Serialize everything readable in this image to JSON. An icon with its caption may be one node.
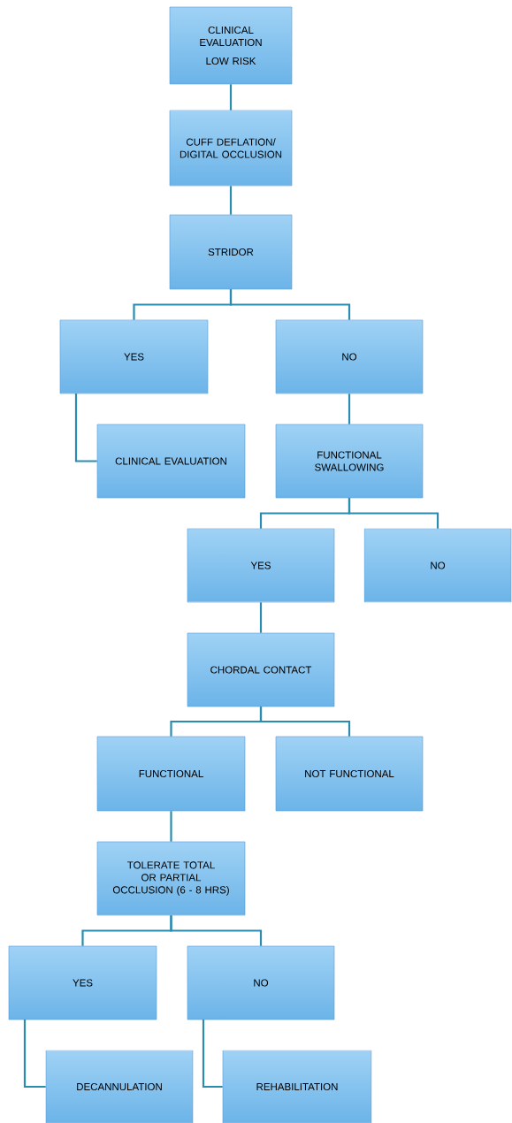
{
  "diagram": {
    "nodes": [
      {
        "text": [
          "CLINICAL EVALUATION",
          "LOW RISK"
        ]
      },
      {
        "text": [
          "CUFF DEFLATION/ DIGITAL OCCLUSION"
        ]
      },
      {
        "text": [
          "STRIDOR"
        ]
      },
      {
        "text": [
          "YES"
        ]
      },
      {
        "text": [
          "NO"
        ]
      },
      {
        "text": [
          "CLINICAL EVALUATION"
        ]
      },
      {
        "text": [
          "FUNCTIONAL SWALLOWING"
        ]
      },
      {
        "text": [
          "YES"
        ]
      },
      {
        "text": [
          "NO"
        ]
      },
      {
        "text": [
          "CHORDAL CONTACT"
        ]
      },
      {
        "text": [
          "FUNCTIONAL"
        ]
      },
      {
        "text": [
          "NOT FUNCTIONAL"
        ]
      },
      {
        "text": [
          "TOLERATE TOTAL OR PARTIAL OCCLUSION (6 - 8 HRS)"
        ]
      },
      {
        "text": [
          "YES"
        ]
      },
      {
        "text": [
          "NO"
        ]
      },
      {
        "text": [
          "DECANNULATION"
        ]
      },
      {
        "text": [
          "REHABILITATION"
        ]
      }
    ],
    "edges": [
      {
        "from": 0,
        "to": 1,
        "arrow": "none"
      },
      {
        "from": 1,
        "to": 2,
        "arrow": "none"
      },
      {
        "from": 2,
        "to": 3,
        "arrow": "none"
      },
      {
        "from": 2,
        "to": 4,
        "arrow": "none"
      },
      {
        "from": 3,
        "to": 5,
        "arrow": "none"
      },
      {
        "from": 4,
        "to": 6,
        "arrow": "none"
      },
      {
        "from": 6,
        "to": 7,
        "arrow": "none"
      },
      {
        "from": 6,
        "to": 8,
        "arrow": "none"
      },
      {
        "from": 7,
        "to": 9,
        "arrow": "none"
      },
      {
        "from": 9,
        "to": 10,
        "arrow": "none"
      },
      {
        "from": 9,
        "to": 11,
        "arrow": "none"
      },
      {
        "from": 10,
        "to": 12,
        "arrow": "none"
      },
      {
        "from": 12,
        "to": 13,
        "arrow": "none"
      },
      {
        "from": 12,
        "to": 14,
        "arrow": "none"
      },
      {
        "from": 13,
        "to": 15,
        "arrow": "none"
      },
      {
        "from": 14,
        "to": 16,
        "arrow": "none"
      }
    ]
  }
}
